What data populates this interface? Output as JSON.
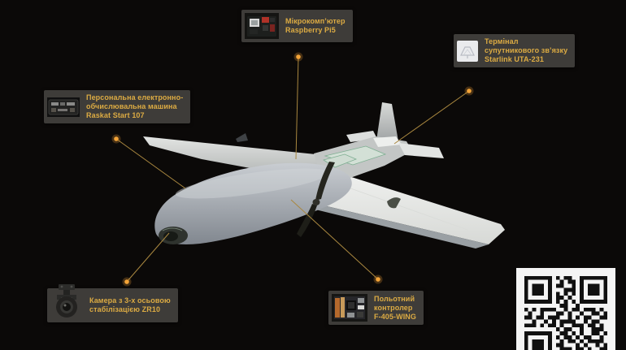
{
  "colors": {
    "background": "#0b0908",
    "label_box": "#3e3c39",
    "label_text": "#dcab43",
    "connector_line": "#a9873f",
    "connector_dot": "#f4a438",
    "drone_body_light": "#eceded",
    "drone_nose_gray": "#9aa0a8"
  },
  "callouts": {
    "raspberry_pi": {
      "icon": "raspberry-pi-board-icon",
      "lines": [
        "Мікрокомп’ютер",
        "Raspberry Pi5"
      ]
    },
    "starlink": {
      "icon": "starlink-terminal-icon",
      "lines": [
        "Термінал",
        "супутникового зв’язку",
        "Starlink UTA-231"
      ]
    },
    "raskat": {
      "icon": "raskat-computer-icon",
      "lines": [
        "Персональна електронно-",
        "обчислювальна машина",
        "Raskat Start 107"
      ]
    },
    "camera": {
      "icon": "gimbal-camera-icon",
      "lines": [
        "Камера з 3-х осьовою",
        "стабілізацією ZR10"
      ]
    },
    "flight_controller": {
      "icon": "flight-controller-icon",
      "lines": [
        "Польотний",
        "контролер",
        "F-405-WING"
      ]
    }
  },
  "qr_code": {
    "name": "qr-code",
    "pattern": [
      "111111101011001111111",
      "100000100101101000001",
      "101110101100101011101",
      "101110100011101011101",
      "101110101010101011101",
      "100000101101001000001",
      "111111101010101111111",
      "000000000110010000000",
      "101011110010110111010",
      "010010001101001001101",
      "110110111001010110011",
      "001001010111100101100",
      "111010110100111011010",
      "000000001011001001110",
      "111111100110101001101",
      "100000101011010110010",
      "101110100101101011110",
      "101110101100010100101",
      "101110100111011010011",
      "100000101010100111000",
      "111111100101011000110"
    ]
  }
}
